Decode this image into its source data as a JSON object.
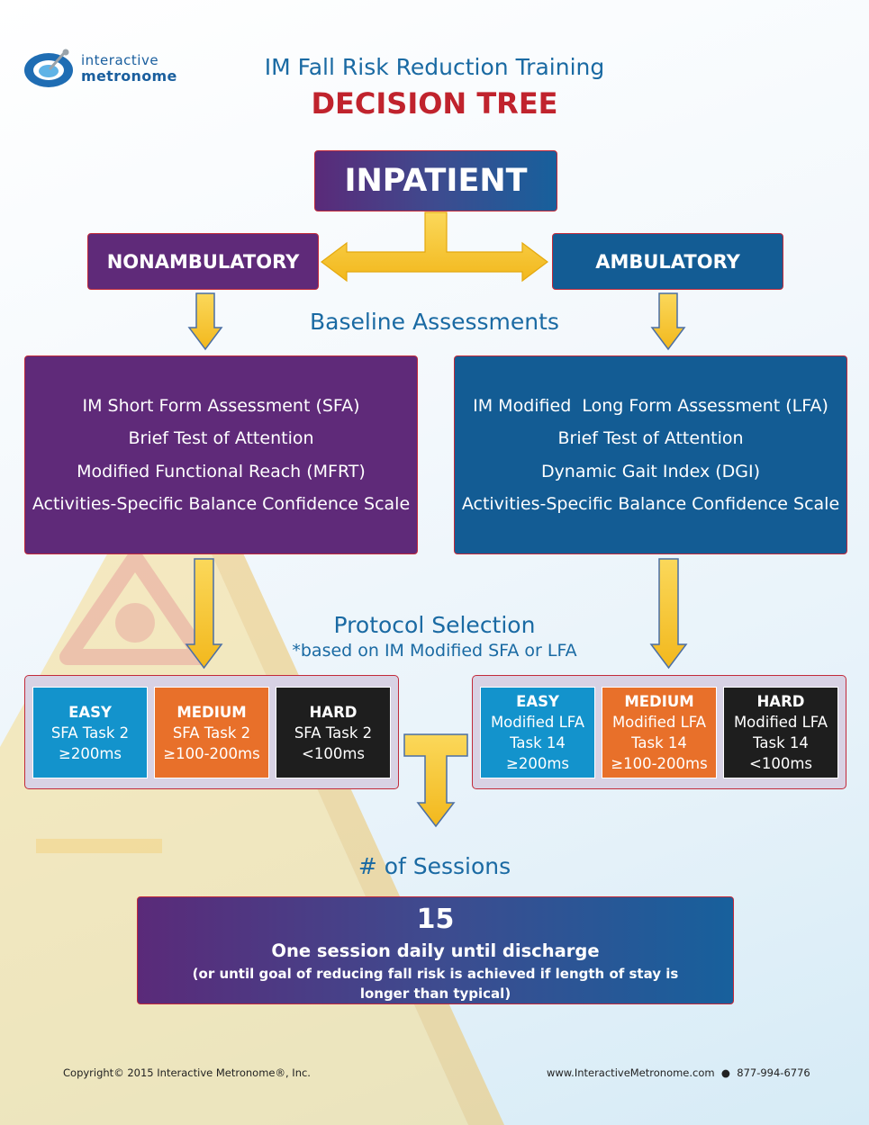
{
  "logo": {
    "line1": "interactive",
    "line2": "metronome"
  },
  "header": {
    "title": "IM Fall Risk Reduction Training",
    "subtitle": "DECISION TREE"
  },
  "top_node": "INPATIENT",
  "branches": {
    "left": "NONAMBULATORY",
    "right": "AMBULATORY"
  },
  "baseline": {
    "title": "Baseline Assessments",
    "left_items": [
      "IM Short Form Assessment (SFA)",
      "Brief Test of Attention",
      "Modified Functional Reach (MFRT)",
      "Activities-Specific Balance Confidence Scale"
    ],
    "right_items": [
      "IM Modified  Long Form Assessment (LFA)",
      "Brief Test of Attention",
      "Dynamic Gait Index (DGI)",
      "Activities-Specific Balance Confidence Scale"
    ]
  },
  "protocol": {
    "title": "Protocol Selection",
    "note": "*based on IM Modified SFA or LFA",
    "left": [
      {
        "level": "EASY",
        "lines": [
          "SFA Task 2",
          "≥200ms"
        ]
      },
      {
        "level": "MEDIUM",
        "lines": [
          "SFA Task 2",
          "≥100-200ms"
        ]
      },
      {
        "level": "HARD",
        "lines": [
          "SFA Task 2",
          "<100ms"
        ]
      }
    ],
    "right": [
      {
        "level": "EASY",
        "lines": [
          "Modified LFA",
          "Task 14",
          "≥200ms"
        ]
      },
      {
        "level": "MEDIUM",
        "lines": [
          "Modified LFA",
          "Task 14",
          "≥100-200ms"
        ]
      },
      {
        "level": "HARD",
        "lines": [
          "Modified LFA",
          "Task 14",
          "<100ms"
        ]
      }
    ]
  },
  "sessions": {
    "title": "# of Sessions",
    "number": "15",
    "description": "One session daily until discharge",
    "note_line1": "(or until goal of reducing fall risk is achieved if length of stay is",
    "note_line2": "longer than typical)"
  },
  "footer": {
    "copyright": "Copyright© 2015 Interactive Metronome®, Inc.",
    "contact": "www.InteractiveMetronome.com  ●  877-994-6776"
  },
  "colors": {
    "purple": "#5f2a79",
    "blue": "#135c94",
    "accent_red": "#c0232d",
    "arrow_yellow": "#f7c934",
    "easy": "#1393cc",
    "medium": "#e8702a",
    "hard": "#1e1e1e"
  }
}
